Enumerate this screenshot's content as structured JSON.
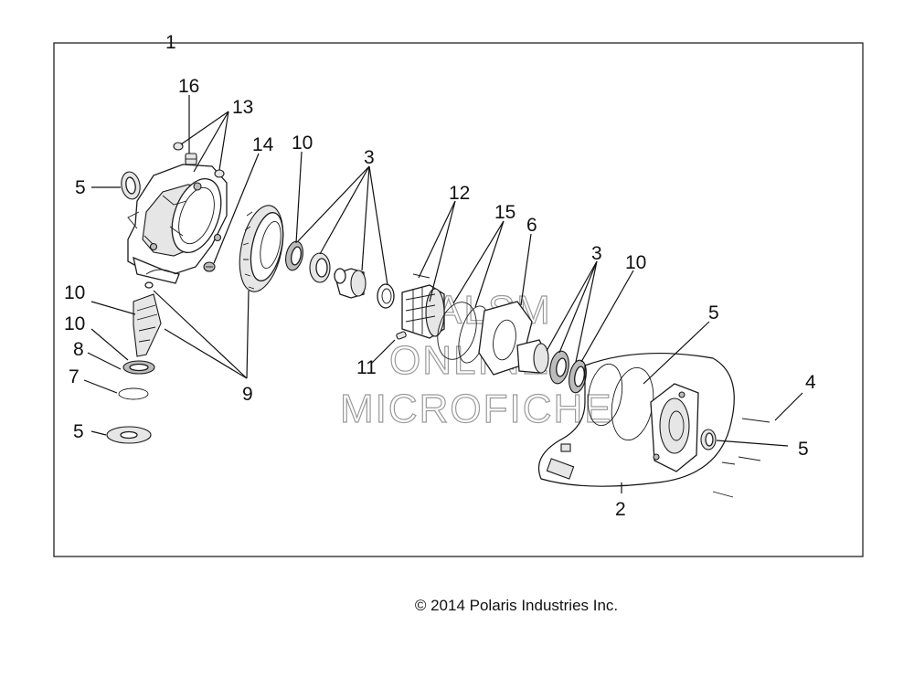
{
  "callouts": {
    "c1": "1",
    "c2": "2",
    "c3a": "3",
    "c3b": "3",
    "c4": "4",
    "c5a": "5",
    "c5b": "5",
    "c5c": "5",
    "c5d": "5",
    "c6": "6",
    "c7": "7",
    "c8": "8",
    "c9": "9",
    "c10a": "10",
    "c10b": "10",
    "c10c": "10",
    "c10d": "10",
    "c11": "11",
    "c12": "12",
    "c13": "13",
    "c14": "14",
    "c15": "15",
    "c16": "16"
  },
  "watermark": {
    "line1": "ALSM",
    "line2": "ONLINE",
    "line3": "MICROFICHE"
  },
  "footer": {
    "copyright": "© 2014 Polaris Industries Inc."
  }
}
